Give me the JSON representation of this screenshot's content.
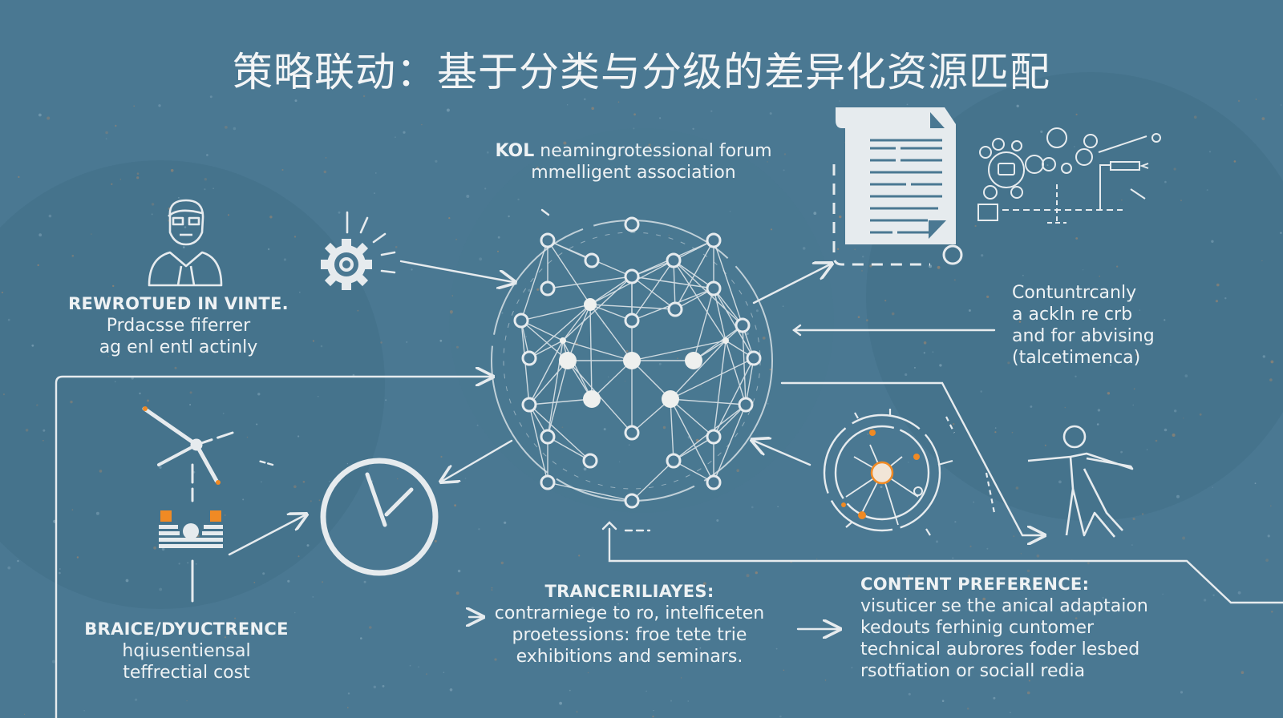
{
  "title": "策略联动：基于分类与分级的差异化资源匹配",
  "colors": {
    "background": "#4a7892",
    "line": "#e6ebee",
    "accent_orange": "#f08a24"
  },
  "center": {
    "name": "network-sphere",
    "label_line1": "KOL neamingrotessional forum",
    "label_line2": "mmelligent association",
    "label_bold_prefix": "KOL"
  },
  "left_top": {
    "icon": "person-icon",
    "head": "REWROTUED IN VINTE.",
    "line1": "Prdacsse fiferrer",
    "line2": "ag enl entl actinly"
  },
  "gear": {
    "icon": "gear-icon"
  },
  "left_bottom": {
    "icons": [
      "wind-turbine-icon",
      "factory-icon"
    ],
    "head": "BRAICE/DYUCTRENCE",
    "line1": "hqiusentiensal",
    "line2": "teffrectial cost"
  },
  "clock": {
    "icon": "clock-icon"
  },
  "right_top": {
    "icons": [
      "document-icon",
      "people-network-icon"
    ],
    "line1": "Contuntrcanly",
    "line2": "a ackln re crb",
    "line3": "and for abvising",
    "line4": "(talcetimenca)"
  },
  "right_middle": {
    "icons": [
      "orbit-target-icon",
      "person-figure-icon"
    ]
  },
  "bottom_center": {
    "head": "TRANCERILIAYES:",
    "line1": "contrarniege to ro, intelficeten",
    "line2": "proetessions: froe tete trie",
    "line3": "exhibitions and seminars."
  },
  "bottom_right": {
    "head": "CONTENT PREFERENCE:",
    "line1": "visuticer se the anical adaptaion",
    "line2": "kedouts ferhinig cuntomer",
    "line3": "technical aubrores foder lesbed",
    "line4": "rsotfiation or sociall redia"
  }
}
